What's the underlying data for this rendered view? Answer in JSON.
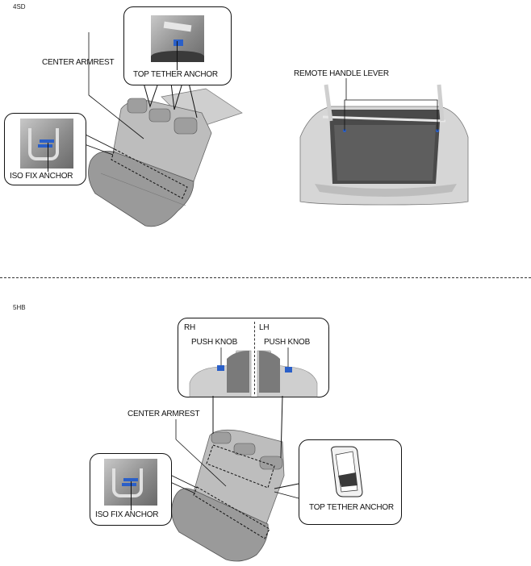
{
  "sections": {
    "top": {
      "code": "4SD",
      "labels": {
        "center_armrest": "CENTER ARMREST",
        "top_tether_anchor": "TOP TETHER ANCHOR",
        "iso_fix_anchor": "ISO FIX ANCHOR",
        "remote_handle_lever": "REMOTE HANDLE LEVER"
      }
    },
    "bottom": {
      "code": "5HB",
      "labels": {
        "rh": "RH",
        "lh": "LH",
        "push_knob_rh": "PUSH KNOB",
        "push_knob_lh": "PUSH KNOB",
        "center_armrest": "CENTER ARMREST",
        "iso_fix_anchor": "ISO FIX ANCHOR",
        "top_tether_anchor": "TOP TETHER ANCHOR"
      }
    }
  },
  "colors": {
    "highlight_blue": "#2a5fc8",
    "seat_gray": "#a8a8a8"
  }
}
